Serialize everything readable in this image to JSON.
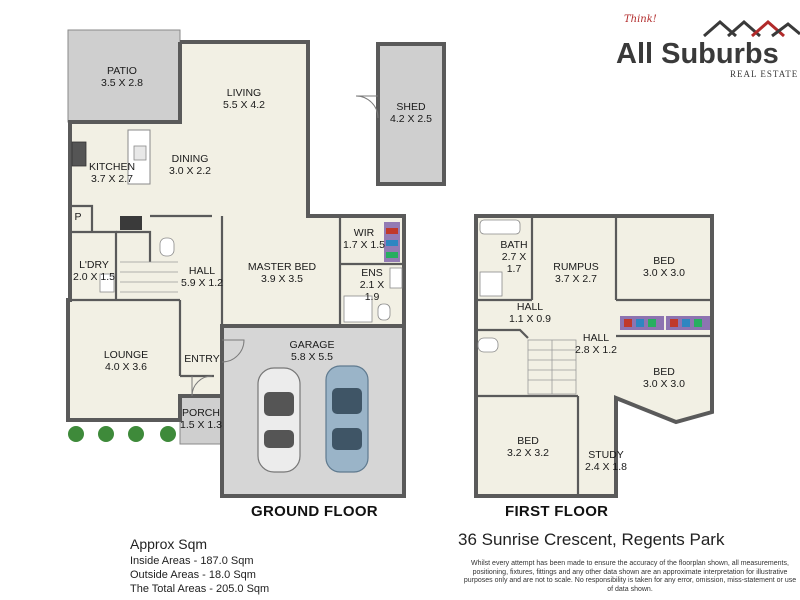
{
  "floors": {
    "ground": "GROUND FLOOR",
    "first": "FIRST FLOOR"
  },
  "rooms": {
    "patio": [
      "PATIO",
      "3.5 X 2.8"
    ],
    "living": [
      "LIVING",
      "5.5 X 4.2"
    ],
    "kitchen": [
      "KITCHEN",
      "3.7 X 2.7"
    ],
    "dining": [
      "DINING",
      "3.0 X 2.2"
    ],
    "pantry": [
      "P"
    ],
    "laundry": [
      "L'DRY",
      "2.0 X 1.5"
    ],
    "hall_ground": [
      "HALL",
      "5.9 X 1.2"
    ],
    "master_bed": [
      "MASTER BED",
      "3.9 X 3.5"
    ],
    "wir": [
      "WIR",
      "1.7 X 1.5"
    ],
    "ensuite": [
      "ENS",
      "2.1 X",
      "1.9"
    ],
    "shed": [
      "SHED",
      "4.2 X 2.5"
    ],
    "garage": [
      "GARAGE",
      "5.8 X 5.5"
    ],
    "lounge": [
      "LOUNGE",
      "4.0 X 3.6"
    ],
    "entry": [
      "ENTRY"
    ],
    "porch": [
      "PORCH",
      "1.5 X 1.3"
    ],
    "bath": [
      "BATH",
      "2.7 X",
      "1.7"
    ],
    "rumpus": [
      "RUMPUS",
      "3.7 X 2.7"
    ],
    "bed_1": [
      "BED",
      "3.0 X 3.0"
    ],
    "hall_upper": [
      "HALL",
      "1.1 X 0.9"
    ],
    "hall_upper_2": [
      "HALL",
      "2.8 X 1.2"
    ],
    "bed_2": [
      "BED",
      "3.0 X 3.0"
    ],
    "bed_3": [
      "BED",
      "3.2 X 3.2"
    ],
    "study": [
      "STUDY",
      "2.4 X 1.8"
    ]
  },
  "areas": {
    "heading": "Approx Sqm",
    "inside": "Inside Areas - 187.0 Sqm",
    "outside": "Outside Areas - 18.0 Sqm",
    "total": "The Total Areas - 205.0 Sqm"
  },
  "address": "36 Sunrise Crescent, Regents Park",
  "disclaimer": "Whilst every attempt has been made to ensure the accuracy of the floorplan shown, all measurements, positioning, fixtures, fittings and any other data shown are an approximate interpretation for illustrative purposes only and are not to scale. No responsibility is taken for any error, omission, miss-statement or use of data shown.",
  "logo": {
    "tagline": "Think!",
    "brand": "All Suburbs",
    "sub": "REAL ESTATE"
  },
  "colors": {
    "floor": "#f2f0e4",
    "outdoor": "#cfcfcf",
    "wall": "#5a5a5a",
    "shrub": "#3e8a3a",
    "logo_red": "#b12a2a"
  }
}
